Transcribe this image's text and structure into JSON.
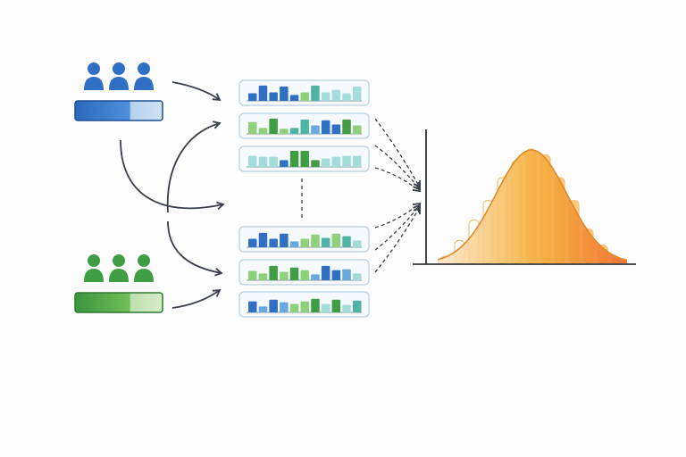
{
  "colors": {
    "group_a": "#2f6fc4",
    "group_b": "#3f9e43",
    "arrow": "#3a3f4a",
    "distribution": "#f2a23a",
    "axis": "#333333",
    "strip_border": "#b9cfe0"
  },
  "groups": [
    {
      "id": "group-a",
      "icon": "people-icon",
      "color_key": "group_a"
    },
    {
      "id": "group-b",
      "icon": "people-icon",
      "color_key": "group_b"
    }
  ],
  "strips": 6
}
